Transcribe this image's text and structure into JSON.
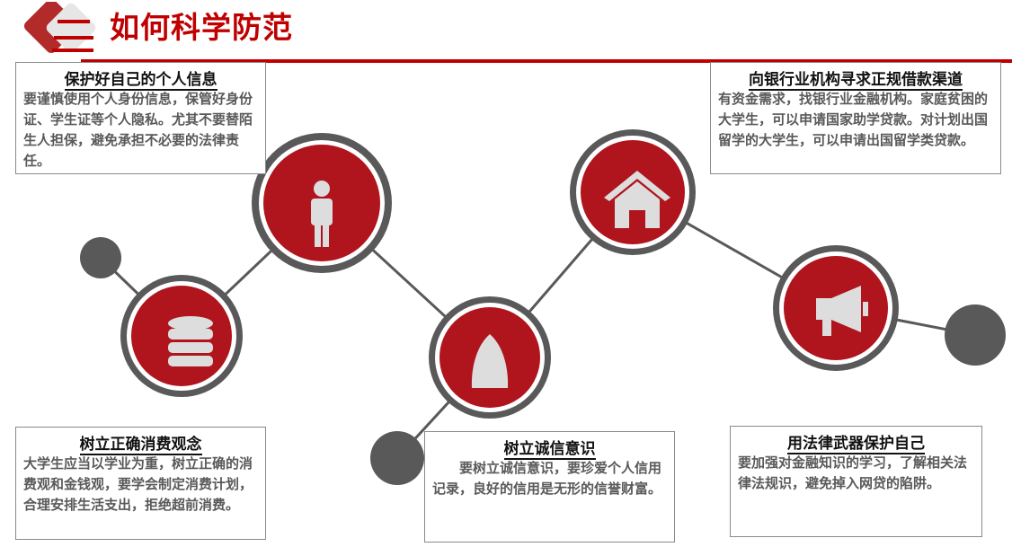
{
  "header": {
    "number": "二",
    "title": "如何科学防范"
  },
  "items": [
    {
      "title": "保护好自己的个人信息",
      "text": "要谨慎使用个人身份信息，保管好身份证、学生证等个人隐私。尤其不要替陌生人担保，避免承担不必要的法律责任。",
      "icon": "person-icon"
    },
    {
      "title": "向银行业机构寻求正规借款渠道",
      "text": "有资金需求，找银行业金融机构。家庭贫困的大学生，可以申请国家助学贷款。对计划出国留学的大学生，可以申请出国留学类贷款。",
      "icon": "house-icon"
    },
    {
      "title": "树立正确消费观念",
      "text": "大学生应当以学业为重，树立正确的消费观和金钱观，要学会制定消费计划，合理安排生活支出，拒绝超前消费。",
      "icon": "database-icon"
    },
    {
      "title": "树立诚信意识",
      "text": "　　要树立诚信意识，要珍爱个人信用记录，良好的信用是无形的信誉财富。",
      "icon": "helmet-icon"
    },
    {
      "title": "用法律武器保护自己",
      "text": "要加强对金融知识的学习，了解相关法律法规识，避免掉入网贷的陷阱。",
      "icon": "megaphone-icon"
    }
  ],
  "colors": {
    "accent": "#c00000",
    "circle": "#b0141c",
    "ring": "#595959"
  }
}
